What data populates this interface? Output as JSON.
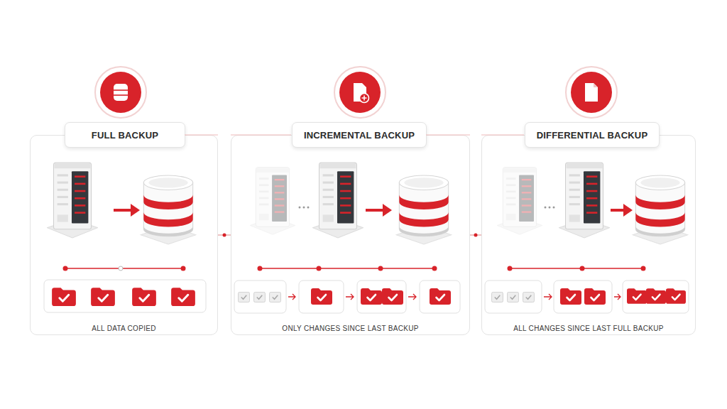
{
  "diagram": {
    "nodes": [
      {
        "text": [
          "FULL BACKUP",
          "ALL DATA COPIED"
        ]
      },
      {
        "text": [
          "INCREMENTAL BACKUP",
          "ONLY CHANGES SINCE LAST BACKUP"
        ]
      },
      {
        "text": [
          "DIFFERENTIAL BACKUP",
          "ALL CHANGES SINCE LAST FULL BACKUP"
        ]
      }
    ],
    "edges": [
      {
        "from": 0,
        "to": 1,
        "arrow": "none"
      },
      {
        "from": 1,
        "to": 2,
        "arrow": "none"
      }
    ]
  }
}
